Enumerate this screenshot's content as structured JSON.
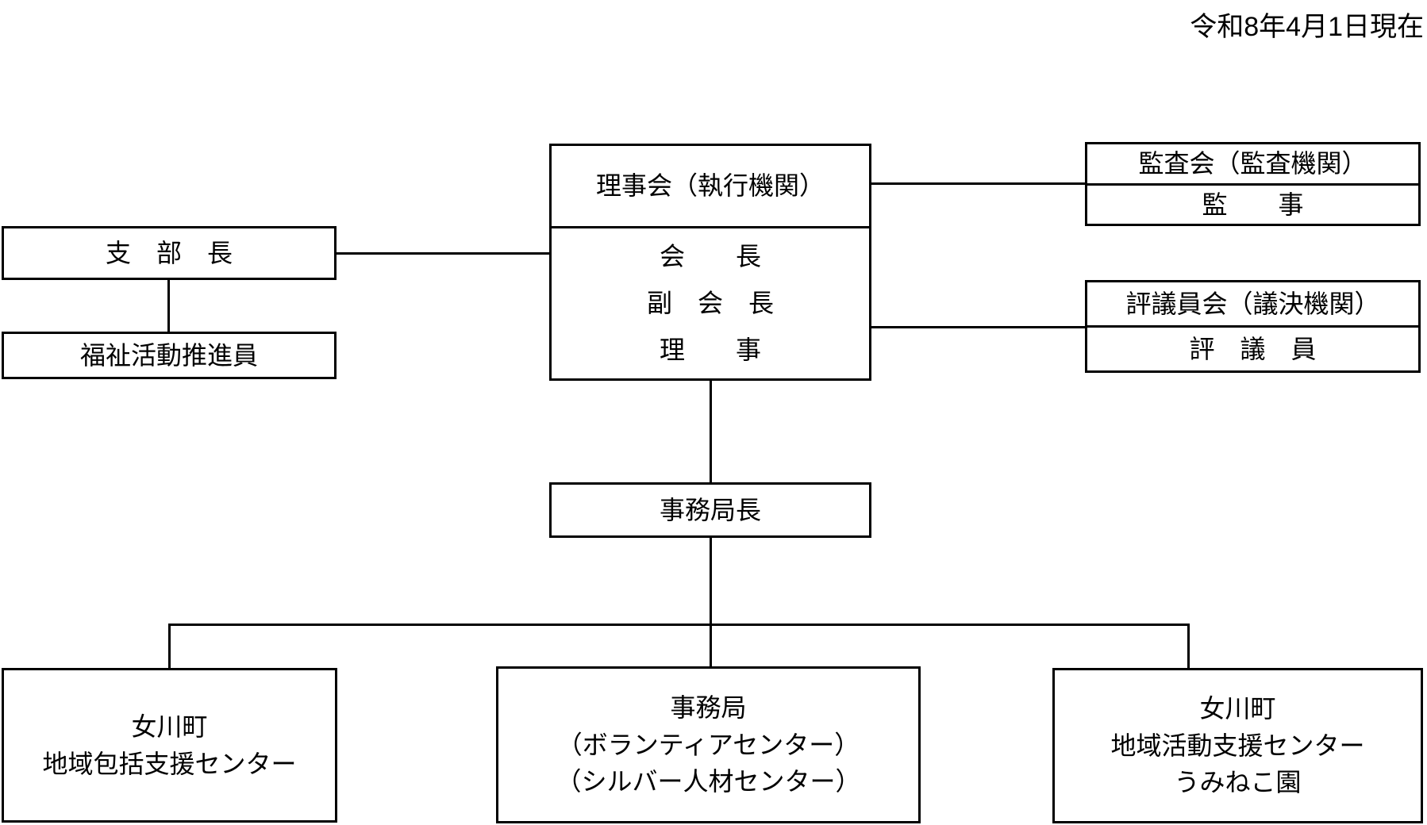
{
  "meta": {
    "date_note": "令和8年4月1日現在"
  },
  "nodes": {
    "board": {
      "title": "理事会（執行機関）",
      "members": [
        "会　　長",
        "副　会　長",
        "理　　事"
      ]
    },
    "branch_head": {
      "label": "支　部　長"
    },
    "welfare_promoter": {
      "label": "福祉活動推進員"
    },
    "audit_board": {
      "title": "監査会（監査機関）",
      "member": "監　　事"
    },
    "council": {
      "title": "評議員会（議決機関）",
      "member": "評　議　員"
    },
    "secretary_general": {
      "label": "事務局長"
    },
    "comprehensive_support_center": {
      "lines": [
        "女川町",
        "地域包括支援センター"
      ]
    },
    "secretariat": {
      "lines": [
        "事務局",
        "（ボランティアセンター）",
        "（シルバー人材センター）"
      ]
    },
    "activity_support_center": {
      "lines": [
        "女川町",
        "地域活動支援センター",
        "うみねこ園"
      ]
    }
  },
  "colors": {
    "line": "#000000",
    "background": "#ffffff",
    "text": "#000000"
  }
}
